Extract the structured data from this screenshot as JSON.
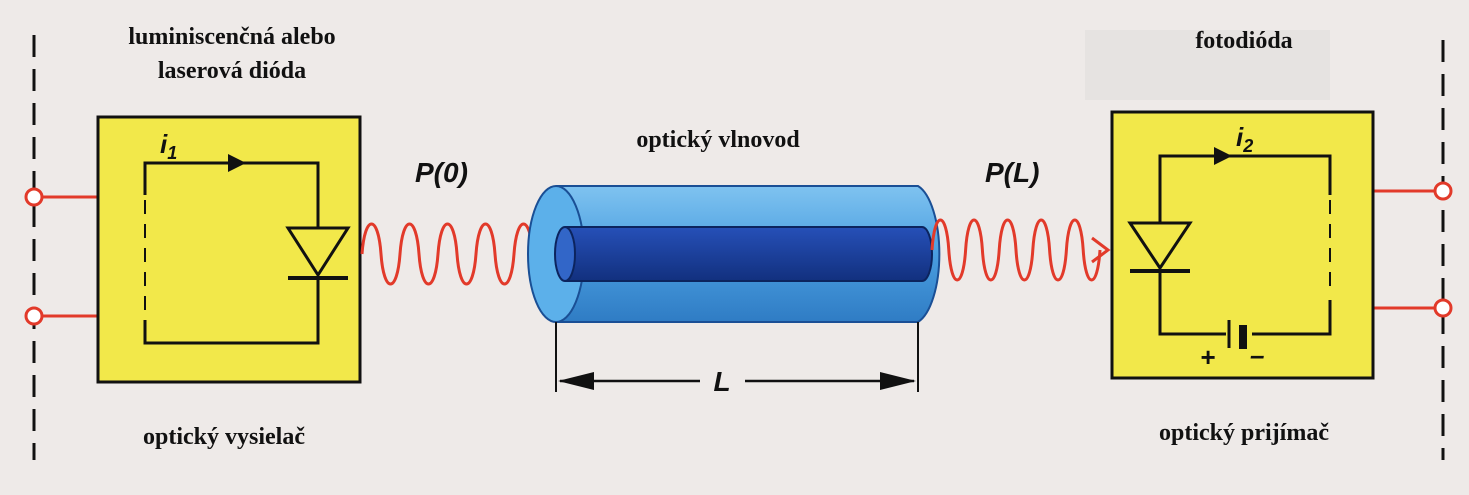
{
  "labels": {
    "transmitter_diode_line1": "luminiscenčná alebo",
    "transmitter_diode_line2": "laserová dióda",
    "transmitter_caption": "optický vysielač",
    "waveguide_caption": "optický vlnovod",
    "photodiode_caption": "fotodióda",
    "receiver_caption": "optický prijímač",
    "power_in": "P(0)",
    "power_out": "P(L)",
    "length": "L",
    "current_1_base": "i",
    "current_1_sub": "1",
    "current_2_base": "i",
    "current_2_sub": "2",
    "battery_plus": "+",
    "battery_minus": "–"
  },
  "colors": {
    "background": "#eeeae8",
    "panel": "#f2e84a",
    "wire": "#111111",
    "signal": "#e23a2a",
    "cladding": "#4da3e0",
    "core": "#1a3fa0"
  }
}
